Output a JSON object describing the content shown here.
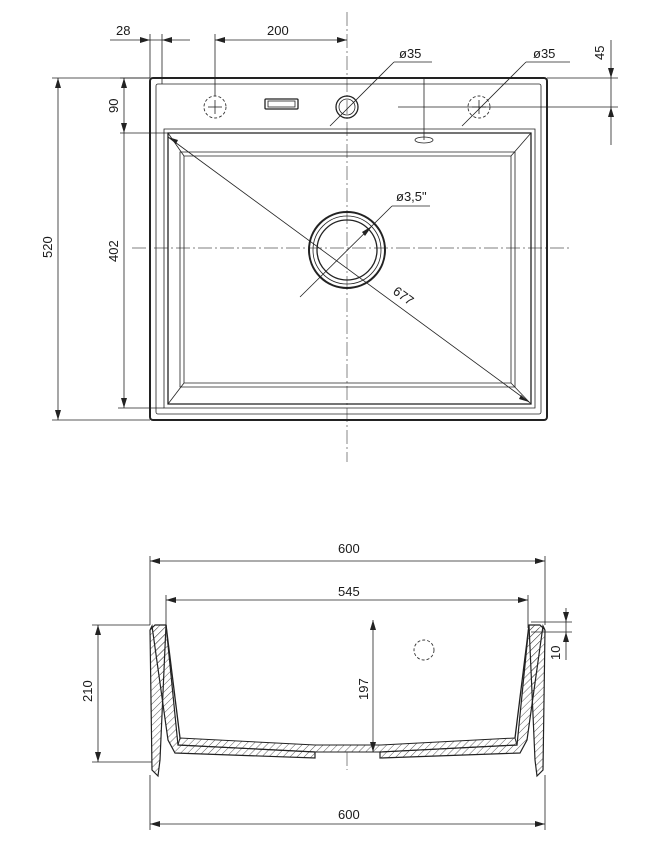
{
  "top_view": {
    "dims": {
      "left_offset": "28",
      "tap_spacing": "200",
      "hole_left": "ø35",
      "hole_right": "ø35",
      "hole_offset": "45",
      "front_depth": "90",
      "overall_depth": "520",
      "bowl_depth": "402",
      "drain": "ø3,5\"",
      "diagonal": "677"
    }
  },
  "section_view": {
    "dims": {
      "top_width": "600",
      "bowl_width": "545",
      "rim": "10",
      "overall_height": "210",
      "bowl_height": "197",
      "bottom_width": "600"
    }
  }
}
